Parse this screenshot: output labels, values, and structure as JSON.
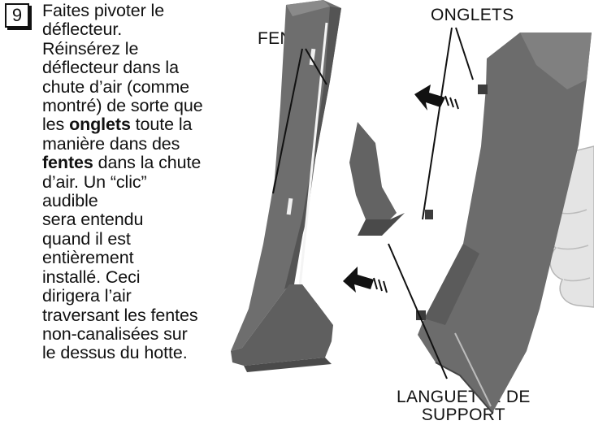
{
  "step": {
    "number": "9",
    "lines": [
      [
        "Faites pivoter le"
      ],
      [
        "déflecteur."
      ],
      [
        "Réinsérez le"
      ],
      [
        "déflecteur dans la"
      ],
      [
        "chute d’air (comme"
      ],
      [
        "montré) de sorte que"
      ],
      [
        "les ",
        {
          "b": "onglets"
        },
        " toute la"
      ],
      [
        "manière dans des"
      ],
      [
        {
          "b": "fentes"
        },
        " dans la chute"
      ],
      [
        "d’air. Un “clic”"
      ],
      [
        "audible"
      ],
      [
        "sera entendu"
      ],
      [
        "quand il est"
      ],
      [
        "entièrement"
      ],
      [
        "installé. Ceci"
      ],
      [
        "dirigera l’air"
      ],
      [
        "traversant les fentes"
      ],
      [
        "non-canalisées sur"
      ],
      [
        "le dessus du hotte."
      ]
    ]
  },
  "labels": {
    "fentes": "FENTES",
    "onglets": "ONGLETS",
    "languette_line1": "LANGUETTE DE",
    "languette_line2": "SUPPORT"
  },
  "colors": {
    "panel_dark": "#5a5a5a",
    "panel_mid": "#7a7a7a",
    "panel_light": "#9a9a9a",
    "hand": "#e2e2e2"
  }
}
